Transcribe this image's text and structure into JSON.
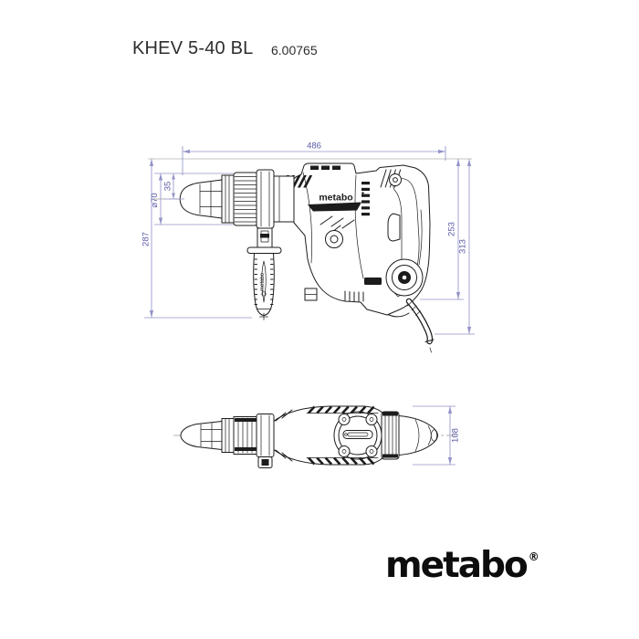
{
  "header": {
    "model": "KHEV 5-40 BL",
    "article_number": "6.00765"
  },
  "side_view": {
    "dimensions": {
      "overall_length": "486",
      "height_with_side_handle": "287",
      "collar_top_to_axis": "35",
      "collar_diameter": "⌀70",
      "housing_height": "253",
      "overall_height": "313"
    },
    "body_brand_label": "metabo",
    "grip_brand_label": "metabo"
  },
  "top_view": {
    "dimensions": {
      "overall_width": "108"
    }
  },
  "branding": {
    "logo_text": "metabo",
    "registered_mark": "®"
  },
  "colors": {
    "background": "#ffffff",
    "outline": "#1c1c1c",
    "dimension_line": "#9494c8",
    "dimension_text": "#5a5aa5",
    "centerline": "#9a9a9a"
  }
}
